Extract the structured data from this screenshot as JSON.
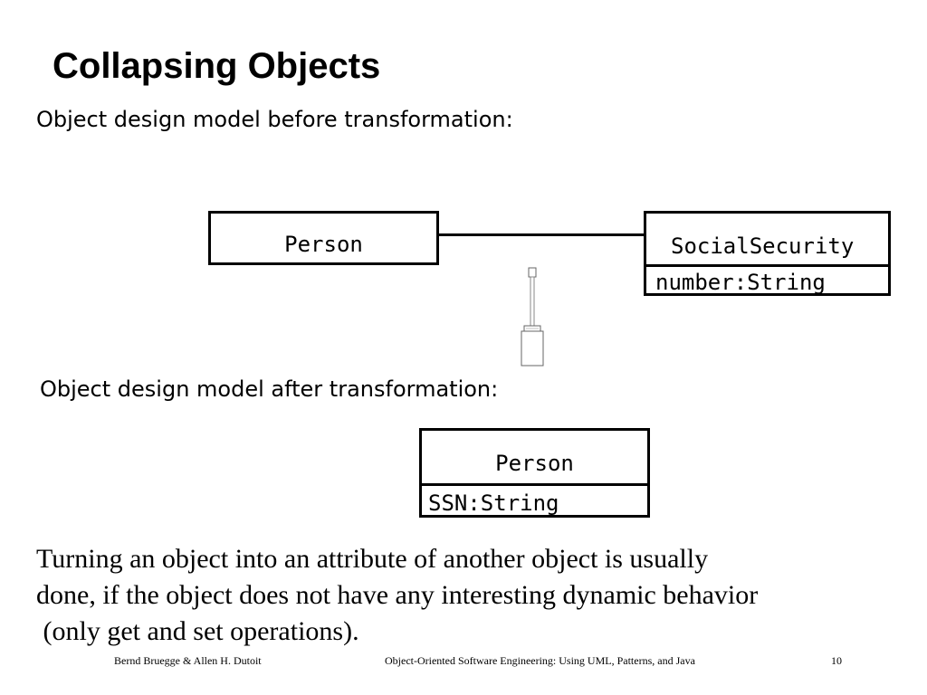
{
  "slide": {
    "title": "Collapsing Objects",
    "before_label": "Object design model before transformation:",
    "after_label": "Object design model after transformation:"
  },
  "diagram_before": {
    "person": {
      "name": "Person"
    },
    "social_security": {
      "name": "SocialSecurity",
      "attribute": "number:String"
    }
  },
  "diagram_after": {
    "person": {
      "name": "Person",
      "attribute": "SSN:String"
    }
  },
  "body": {
    "lines": [
      "Turning an object into an attribute of another object is usually",
      "done, if the object does not have any interesting dynamic behavior",
      " (only get and set operations)."
    ]
  },
  "footer": {
    "authors": "Bernd Bruegge & Allen H. Dutoit",
    "book": "Object-Oriented Software Engineering: Using UML, Patterns, and Java",
    "page": "10"
  }
}
